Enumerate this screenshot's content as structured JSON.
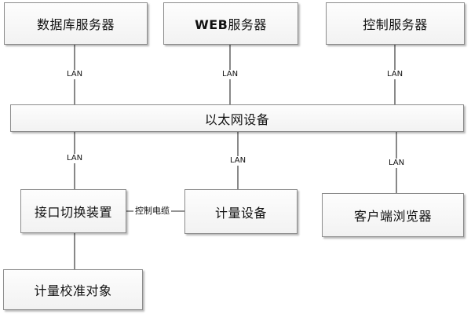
{
  "nodes": {
    "database_server": "数据库服务器",
    "web_server_prefix": "WEB",
    "web_server_suffix": "服务器",
    "control_server": "控制服务器",
    "ethernet": "以太网设备",
    "interface_switch": "接口切换装置",
    "metering_device": "计量设备",
    "client_browser": "客户端浏览器",
    "calibration_object": "计量校准对象"
  },
  "links": {
    "lan_label": "LAN",
    "control_cable_label": "控制电缆"
  },
  "colors": {
    "border": "#8c8c8c",
    "line": "#555555",
    "box_fill": "#f7f7f7",
    "text": "#111111"
  }
}
